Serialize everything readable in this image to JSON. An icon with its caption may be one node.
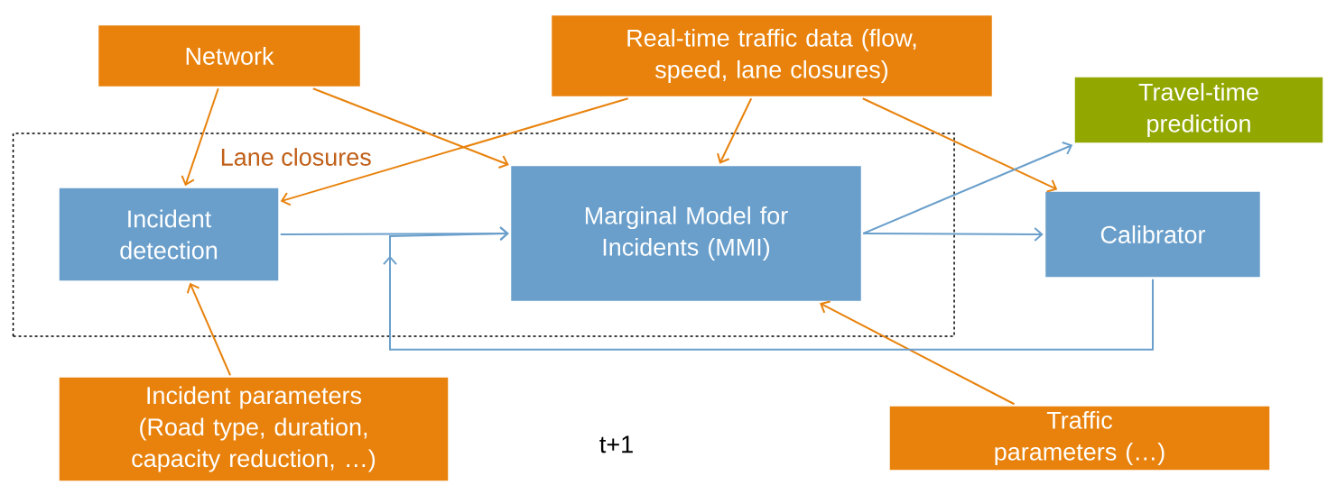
{
  "diagram": {
    "nodes": [
      {
        "text": [
          "Network"
        ]
      },
      {
        "text": [
          "Real-time traffic data (flow, speed, lane closures)"
        ]
      },
      {
        "text": [
          "Travel-time prediction"
        ]
      },
      {
        "text": [
          "Lane closures"
        ]
      },
      {
        "text": [
          "Incident detection"
        ],
        "in": 3
      },
      {
        "text": [
          "Marginal Model for Incidents (MMI)"
        ],
        "in": 3
      },
      {
        "text": [
          "Calibrator"
        ]
      },
      {
        "text": [
          "Incident parameters (Road type, duration, capacity reduction, …)"
        ]
      },
      {
        "text": [
          "Traffic parameters (…)"
        ]
      }
    ],
    "edges": [
      {
        "from": 0,
        "to": 4,
        "arrow": "to"
      },
      {
        "from": 0,
        "to": 5,
        "arrow": "to"
      },
      {
        "from": 1,
        "to": 4,
        "arrow": "to"
      },
      {
        "from": 1,
        "to": 5,
        "arrow": "to"
      },
      {
        "from": 1,
        "to": 6,
        "arrow": "to"
      },
      {
        "from": 7,
        "to": 4,
        "arrow": "to"
      },
      {
        "from": 8,
        "to": 5,
        "arrow": "to"
      },
      {
        "from": 4,
        "to": 5,
        "arrow": "to",
        "color": "#6a9fcb"
      },
      {
        "from": 5,
        "to": 2,
        "arrow": "to",
        "color": "#6a9fcb"
      },
      {
        "from": 5,
        "to": 6,
        "arrow": "to",
        "color": "#6a9fcb"
      },
      {
        "from": 6,
        "to": 5,
        "arrow": "to",
        "color": "#6a9fcb"
      }
    ],
    "labels": [
      "t+1"
    ]
  }
}
